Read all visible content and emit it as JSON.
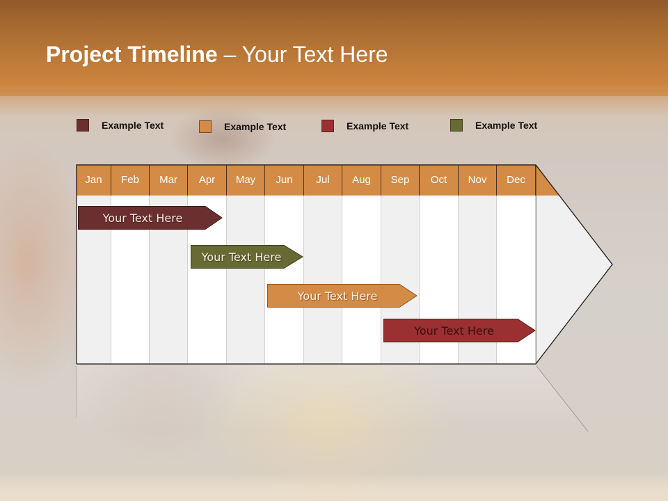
{
  "slide": {
    "title_bold": "Project Timeline",
    "title_rest": " – Your Text Here"
  },
  "legend": [
    {
      "label": "Example Text",
      "color": "#6b2f2f"
    },
    {
      "label": "Example Text",
      "color": "#d48b46"
    },
    {
      "label": "Example Text",
      "color": "#9a3032"
    },
    {
      "label": "Example Text",
      "color": "#676a33"
    }
  ],
  "timeline": {
    "months": [
      "Jan",
      "Feb",
      "Mar",
      "Apr",
      "May",
      "Jun",
      "Jul",
      "Aug",
      "Sep",
      "Oct",
      "Nov",
      "Dec"
    ],
    "header_color": "#d48b46",
    "bars": [
      {
        "label": "Your  Text Here",
        "start_month": "Jan",
        "end_month": "Apr",
        "color": "#6b2f2f",
        "text_color": "#f2e6e0"
      },
      {
        "label": "Your  Text Here",
        "start_month": "Apr",
        "end_month": "Jun",
        "color": "#676a33",
        "text_color": "#f2eee0"
      },
      {
        "label": "Your  Text Here",
        "start_month": "Jun",
        "end_month": "Sep",
        "color": "#d48b46",
        "text_color": "#fbeede"
      },
      {
        "label": "Your  Text Here",
        "start_month": "Sep",
        "end_month": "Dec",
        "color": "#9a3032",
        "text_color": "#3a0e10"
      }
    ]
  }
}
